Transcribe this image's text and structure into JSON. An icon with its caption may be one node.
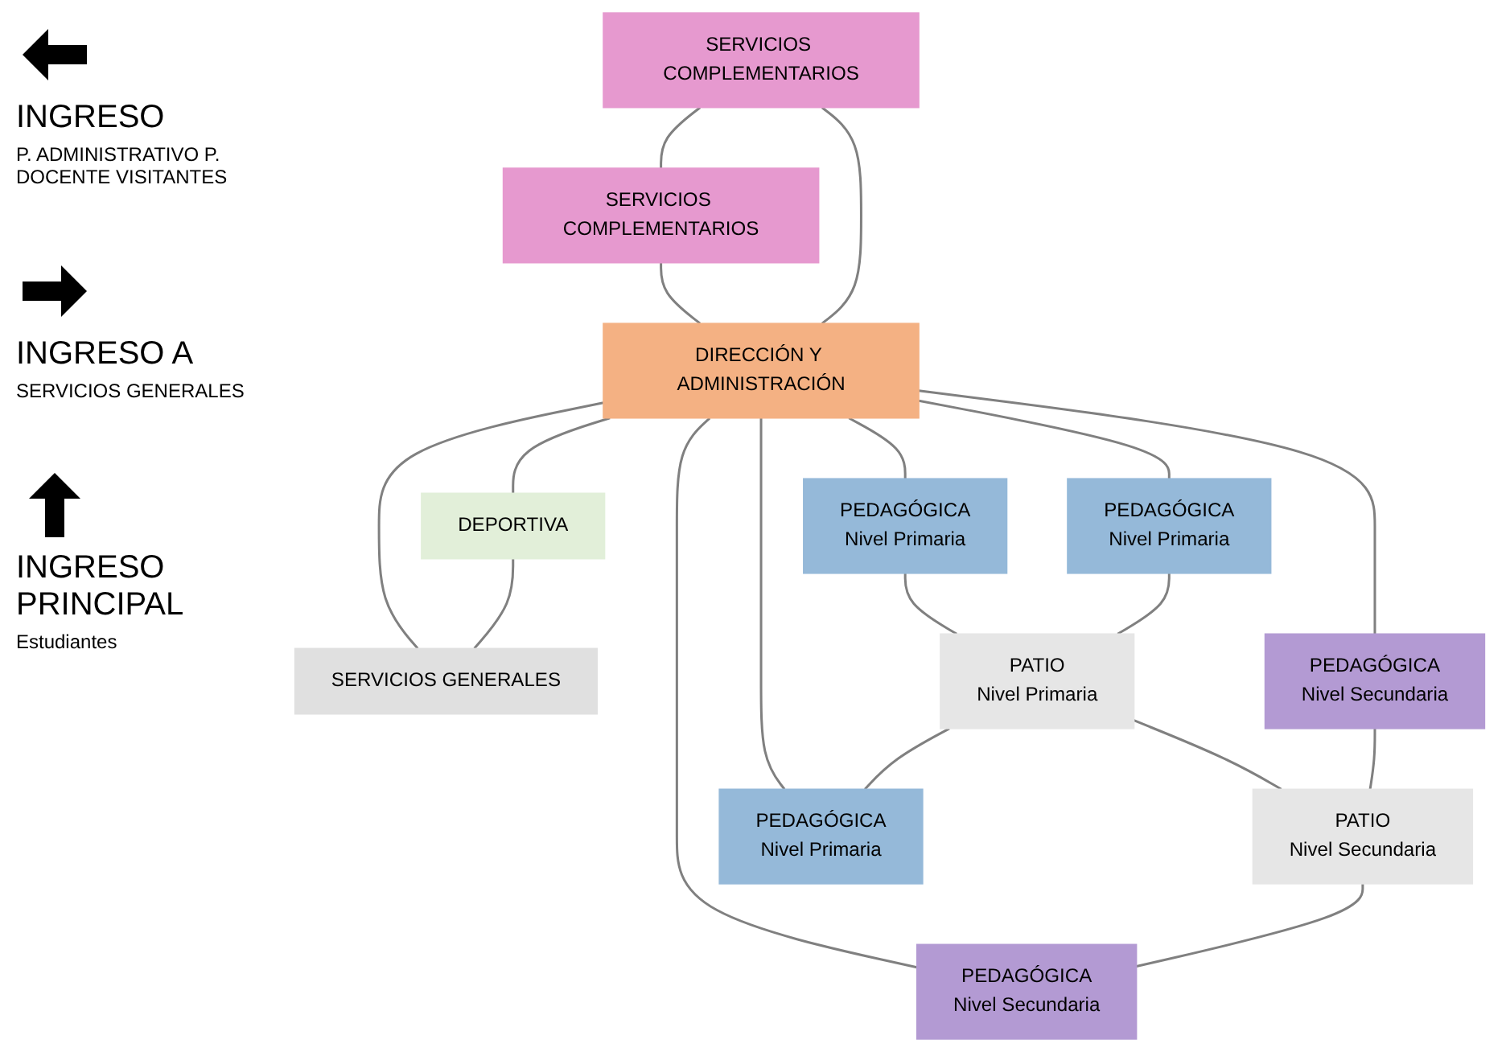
{
  "diagram": {
    "nodes": [
      {
        "text": [
          "SERVICIOS COMPLEMENTARIOS"
        ]
      },
      {
        "text": [
          "SERVICIOS COMPLEMENTARIOS"
        ]
      },
      {
        "text": [
          "DIRECCIÓN Y ADMINISTRACIÓN"
        ]
      },
      {
        "text": [
          "DEPORTIVA"
        ]
      },
      {
        "text": [
          "SERVICIOS GENERALES"
        ]
      },
      {
        "text": [
          "PATIO",
          "Nivel Primaria"
        ]
      },
      {
        "text": [
          "PEDAGÓGICA",
          "Nivel Primaria"
        ]
      },
      {
        "text": [
          "PEDAGÓGICA",
          "Nivel Primaria"
        ]
      },
      {
        "text": [
          "PEDAGÓGICA",
          "Nivel Secundaria"
        ]
      },
      {
        "text": [
          "PATIO",
          "Nivel Secundaria"
        ]
      },
      {
        "text": [
          "PEDAGÓGICA",
          "Nivel Primaria"
        ]
      },
      {
        "text": [
          "PEDAGÓGICA",
          "Nivel Secundaria"
        ]
      }
    ],
    "edges": [
      {
        "from": 0,
        "to": 1,
        "arrow": "none"
      },
      {
        "from": 1,
        "to": 2,
        "arrow": "none"
      },
      {
        "from": 0,
        "to": 2,
        "arrow": "none"
      },
      {
        "from": 2,
        "to": 4,
        "arrow": "none"
      },
      {
        "from": 2,
        "to": 3,
        "arrow": "none"
      },
      {
        "from": 3,
        "to": 4,
        "arrow": "none"
      },
      {
        "from": 2,
        "to": 6,
        "arrow": "none"
      },
      {
        "from": 2,
        "to": 7,
        "arrow": "none"
      },
      {
        "from": 2,
        "to": 8,
        "arrow": "none"
      },
      {
        "from": 2,
        "to": 11,
        "arrow": "none"
      },
      {
        "from": 2,
        "to": 10,
        "arrow": "none"
      },
      {
        "from": 6,
        "to": 5,
        "arrow": "none"
      },
      {
        "from": 7,
        "to": 5,
        "arrow": "none"
      },
      {
        "from": 5,
        "to": 9,
        "arrow": "none"
      },
      {
        "from": 8,
        "to": 9,
        "arrow": "none"
      },
      {
        "from": 9,
        "to": 11,
        "arrow": "none"
      },
      {
        "from": 5,
        "to": 10,
        "arrow": "none"
      }
    ],
    "labels": [
      "INGRESO",
      "P. ADMINISTRATIVO P. DOCENTE VISITANTES",
      "INGRESO A",
      "SERVICIOS GENERALES",
      "INGRESO PRINCIPAL",
      "Estudiantes"
    ]
  }
}
